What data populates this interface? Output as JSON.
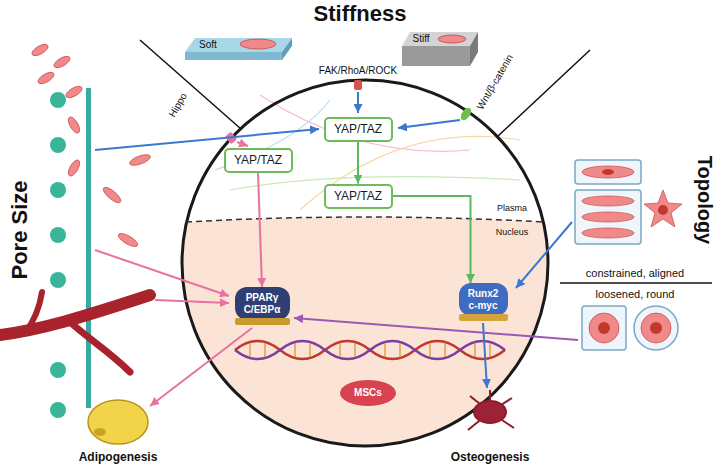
{
  "diagram": {
    "nodes": [
      {
        "text": [
          "YAP/TAZ"
        ]
      },
      {
        "text": [
          "YAP/TAZ"
        ]
      },
      {
        "text": [
          "YAP/TAZ"
        ]
      },
      {
        "text": [
          "PPARγ",
          "C/EBPα"
        ]
      },
      {
        "text": [
          "Runx2",
          "c-myc"
        ]
      }
    ],
    "edges": [
      {
        "from": 0,
        "to": 2,
        "arrow": "to"
      },
      {
        "from": 2,
        "to": 4,
        "arrow": "to"
      },
      {
        "from": 1,
        "to": 3,
        "arrow": "to"
      }
    ],
    "labels": [
      "Stiffness",
      "Soft",
      "Stiff",
      "FAK/RhoA/ROCK",
      "Hippo",
      "Wnt/β-catenin",
      "Pore Size",
      "Topology",
      "Plasma",
      "Nucleus",
      "constrained, aligned",
      "loosened, round",
      "MSCs",
      "Adipogenesis",
      "Osteogenesis"
    ]
  }
}
